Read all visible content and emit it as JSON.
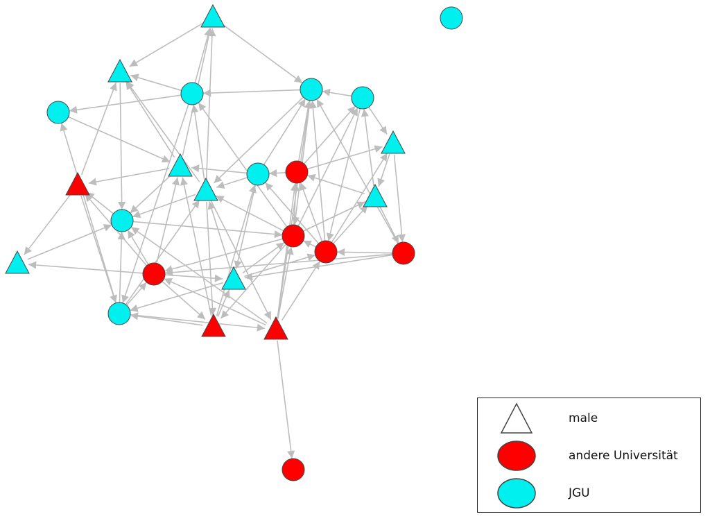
{
  "legend": {
    "items": [
      {
        "label": "male",
        "shape": "triangle",
        "color": "#ffffff"
      },
      {
        "label": "andere Universität",
        "shape": "circle",
        "color": "#ff0000"
      },
      {
        "label": "JGU",
        "shape": "circle",
        "color": "#00f0f0"
      }
    ]
  },
  "colors": {
    "jgu": "#00f0f0",
    "other": "#ff0000",
    "edge": "#bdbdbd",
    "outline": "#444444"
  },
  "nodes": [
    {
      "id": 1,
      "male": true,
      "group": "jgu"
    },
    {
      "id": 2,
      "male": false,
      "group": "jgu"
    },
    {
      "id": 3,
      "male": true,
      "group": "jgu"
    },
    {
      "id": 4,
      "male": false,
      "group": "jgu"
    },
    {
      "id": 5,
      "male": false,
      "group": "jgu"
    },
    {
      "id": 6,
      "male": false,
      "group": "jgu"
    },
    {
      "id": 7,
      "male": false,
      "group": "jgu"
    },
    {
      "id": 8,
      "male": true,
      "group": "jgu"
    },
    {
      "id": 9,
      "male": true,
      "group": "jgu"
    },
    {
      "id": 10,
      "male": false,
      "group": "jgu"
    },
    {
      "id": 11,
      "male": false,
      "group": "other"
    },
    {
      "id": 12,
      "male": true,
      "group": "other"
    },
    {
      "id": 13,
      "male": true,
      "group": "jgu"
    },
    {
      "id": 14,
      "male": true,
      "group": "jgu"
    },
    {
      "id": 15,
      "male": false,
      "group": "jgu"
    },
    {
      "id": 16,
      "male": false,
      "group": "other"
    },
    {
      "id": 17,
      "male": false,
      "group": "other"
    },
    {
      "id": 18,
      "male": false,
      "group": "other"
    },
    {
      "id": 19,
      "male": true,
      "group": "jgu"
    },
    {
      "id": 20,
      "male": false,
      "group": "other"
    },
    {
      "id": 21,
      "male": true,
      "group": "jgu"
    },
    {
      "id": 22,
      "male": false,
      "group": "jgu"
    },
    {
      "id": 23,
      "male": true,
      "group": "other"
    },
    {
      "id": 24,
      "male": true,
      "group": "other"
    },
    {
      "id": 25,
      "male": false,
      "group": "other"
    }
  ],
  "edges": [
    [
      1,
      3
    ],
    [
      4,
      1
    ],
    [
      1,
      5
    ],
    [
      13,
      1
    ],
    [
      9,
      1
    ],
    [
      4,
      3
    ],
    [
      3,
      15
    ],
    [
      9,
      3
    ],
    [
      13,
      3
    ],
    [
      12,
      3
    ],
    [
      5,
      4
    ],
    [
      4,
      7
    ],
    [
      4,
      22
    ],
    [
      13,
      4
    ],
    [
      16,
      4
    ],
    [
      6,
      5
    ],
    [
      10,
      5
    ],
    [
      11,
      5
    ],
    [
      5,
      16
    ],
    [
      17,
      5
    ],
    [
      5,
      13
    ],
    [
      18,
      5
    ],
    [
      24,
      5
    ],
    [
      6,
      8
    ],
    [
      14,
      6
    ],
    [
      16,
      6
    ],
    [
      6,
      17
    ],
    [
      11,
      6
    ],
    [
      7,
      9
    ],
    [
      22,
      7
    ],
    [
      8,
      14
    ],
    [
      8,
      18
    ],
    [
      17,
      8
    ],
    [
      11,
      8
    ],
    [
      10,
      9
    ],
    [
      9,
      12
    ],
    [
      20,
      9
    ],
    [
      9,
      15
    ],
    [
      23,
      9
    ],
    [
      11,
      10
    ],
    [
      10,
      13
    ],
    [
      23,
      10
    ],
    [
      10,
      21
    ],
    [
      17,
      10
    ],
    [
      16,
      11
    ],
    [
      14,
      11
    ],
    [
      17,
      11
    ],
    [
      24,
      11
    ],
    [
      12,
      19
    ],
    [
      15,
      12
    ],
    [
      12,
      22
    ],
    [
      20,
      12
    ],
    [
      13,
      15
    ],
    [
      21,
      13
    ],
    [
      13,
      24
    ],
    [
      16,
      13
    ],
    [
      22,
      13
    ],
    [
      13,
      23
    ],
    [
      14,
      18
    ],
    [
      16,
      14
    ],
    [
      17,
      14
    ],
    [
      20,
      15
    ],
    [
      15,
      16
    ],
    [
      22,
      15
    ],
    [
      24,
      15
    ],
    [
      17,
      16
    ],
    [
      21,
      16
    ],
    [
      16,
      20
    ],
    [
      24,
      16
    ],
    [
      16,
      23
    ],
    [
      18,
      17
    ],
    [
      21,
      17
    ],
    [
      24,
      17
    ],
    [
      18,
      21
    ],
    [
      18,
      20
    ],
    [
      20,
      19
    ],
    [
      19,
      15
    ],
    [
      22,
      20
    ],
    [
      20,
      23
    ],
    [
      24,
      20
    ],
    [
      20,
      21
    ],
    [
      21,
      22
    ],
    [
      23,
      21
    ],
    [
      23,
      22
    ],
    [
      22,
      24
    ],
    [
      24,
      25
    ]
  ]
}
